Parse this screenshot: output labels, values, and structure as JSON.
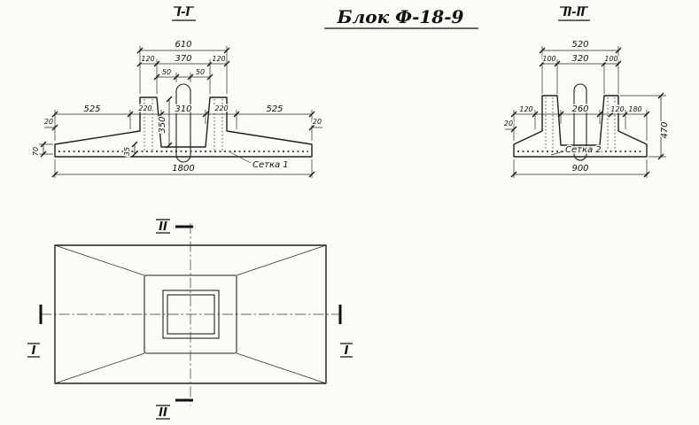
{
  "title": "Блок Ф-18-9",
  "colors": {
    "paper": "#fcfbf7",
    "ink": "#1f1f1f"
  },
  "section1": {
    "label": "I-I",
    "mesh_label": "Сетка 1",
    "dims": {
      "top_total": "610",
      "top_left": "120",
      "top_mid": "370",
      "top_right": "120",
      "gap_left": "50",
      "gap_right": "50",
      "mid_outer_left": "525",
      "mid_left": "220",
      "mid_center": "310",
      "mid_right": "220",
      "mid_outer_right": "525",
      "edge_height": "70",
      "offset_left": "20",
      "offset_right": "20",
      "socket_depth": "350",
      "mesh_offset": "35",
      "total_width": "1800"
    }
  },
  "section2": {
    "label": "II-II",
    "mesh_label": "Сетка 2",
    "dims": {
      "top_total": "520",
      "top_left": "100",
      "top_mid": "320",
      "top_right": "100",
      "mid_left": "120",
      "mid_center": "260",
      "mid_right": "120",
      "mid_outer_right": "180",
      "offset_left": "20",
      "height": "470",
      "total_width": "900"
    }
  },
  "plan": {
    "marker_top": "II",
    "marker_bottom": "II",
    "marker_left": "I",
    "marker_right": "I"
  }
}
